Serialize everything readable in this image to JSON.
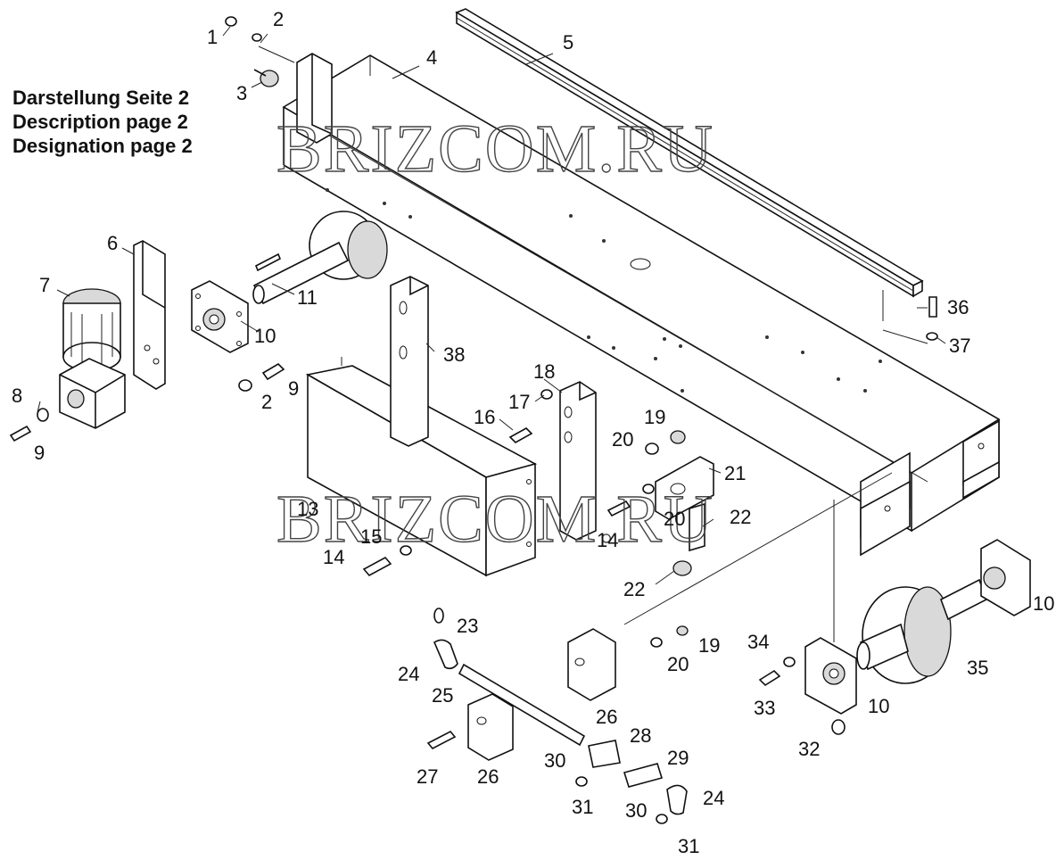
{
  "header": {
    "line1": "Darstellung Seite 2",
    "line2": "Description page 2",
    "line3": "Designation page 2"
  },
  "watermark": "BRIZCOM.RU",
  "callouts": [
    {
      "id": "c1",
      "label": "1"
    },
    {
      "id": "c2a",
      "label": "2"
    },
    {
      "id": "c3",
      "label": "3"
    },
    {
      "id": "c4",
      "label": "4"
    },
    {
      "id": "c5",
      "label": "5"
    },
    {
      "id": "c6",
      "label": "6"
    },
    {
      "id": "c7",
      "label": "7"
    },
    {
      "id": "c8",
      "label": "8"
    },
    {
      "id": "c9a",
      "label": "9"
    },
    {
      "id": "c9b",
      "label": "9"
    },
    {
      "id": "c2b",
      "label": "2"
    },
    {
      "id": "c10a",
      "label": "10"
    },
    {
      "id": "c10b",
      "label": "10"
    },
    {
      "id": "c10c",
      "label": "10"
    },
    {
      "id": "c11",
      "label": "11"
    },
    {
      "id": "c13",
      "label": "13"
    },
    {
      "id": "c14a",
      "label": "14"
    },
    {
      "id": "c14b",
      "label": "14"
    },
    {
      "id": "c15",
      "label": "15"
    },
    {
      "id": "c16",
      "label": "16"
    },
    {
      "id": "c17",
      "label": "17"
    },
    {
      "id": "c18",
      "label": "18"
    },
    {
      "id": "c19a",
      "label": "19"
    },
    {
      "id": "c19b",
      "label": "19"
    },
    {
      "id": "c20a",
      "label": "20"
    },
    {
      "id": "c20b",
      "label": "20"
    },
    {
      "id": "c20c",
      "label": "20"
    },
    {
      "id": "c21",
      "label": "21"
    },
    {
      "id": "c22a",
      "label": "22"
    },
    {
      "id": "c22b",
      "label": "22"
    },
    {
      "id": "c23",
      "label": "23"
    },
    {
      "id": "c24a",
      "label": "24"
    },
    {
      "id": "c24b",
      "label": "24"
    },
    {
      "id": "c25",
      "label": "25"
    },
    {
      "id": "c26a",
      "label": "26"
    },
    {
      "id": "c26b",
      "label": "26"
    },
    {
      "id": "c27",
      "label": "27"
    },
    {
      "id": "c28",
      "label": "28"
    },
    {
      "id": "c29",
      "label": "29"
    },
    {
      "id": "c30a",
      "label": "30"
    },
    {
      "id": "c30b",
      "label": "30"
    },
    {
      "id": "c31a",
      "label": "31"
    },
    {
      "id": "c31b",
      "label": "31"
    },
    {
      "id": "c32",
      "label": "32"
    },
    {
      "id": "c33",
      "label": "33"
    },
    {
      "id": "c34",
      "label": "34"
    },
    {
      "id": "c35",
      "label": "35"
    },
    {
      "id": "c36",
      "label": "36"
    },
    {
      "id": "c37",
      "label": "37"
    },
    {
      "id": "c38",
      "label": "38"
    }
  ]
}
